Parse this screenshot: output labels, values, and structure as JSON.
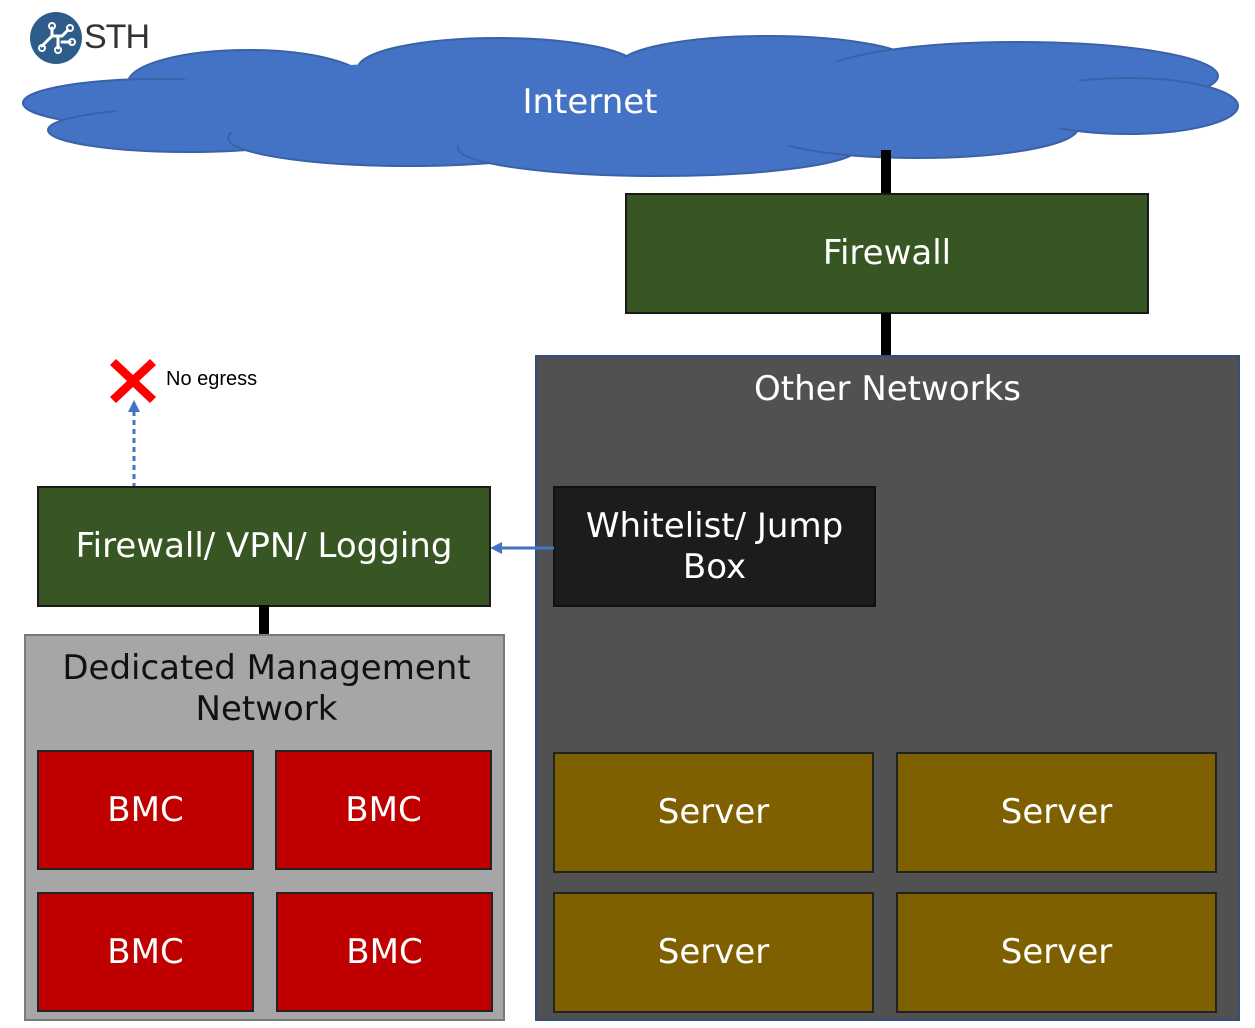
{
  "logo": {
    "text": "STH",
    "icon": "circuit-logo-icon"
  },
  "internet": {
    "label": "Internet",
    "icon": "cloud-icon"
  },
  "firewall_top": {
    "label": "Firewall"
  },
  "other_networks": {
    "label": "Other Networks"
  },
  "jump_box": {
    "label": "Whitelist/ Jump Box"
  },
  "servers": [
    "Server",
    "Server",
    "Server",
    "Server"
  ],
  "mgmt_firewall": {
    "label": "Firewall/ VPN/ Logging"
  },
  "no_egress": {
    "label": "No egress",
    "icon": "red-x-icon"
  },
  "mgmt_network": {
    "label": "Dedicated Management Network"
  },
  "bmcs": [
    "BMC",
    "BMC",
    "BMC",
    "BMC"
  ],
  "colors": {
    "cloud": "#4472c4",
    "firewall": "#375623",
    "other_networks_bg": "#515151",
    "mgmt_network_bg": "#a6a6a6",
    "bmc": "#c00000",
    "server": "#7f6000",
    "jump_box": "#1c1c1c",
    "arrow": "#4472c4",
    "no_egress_x": "#ff0000"
  }
}
